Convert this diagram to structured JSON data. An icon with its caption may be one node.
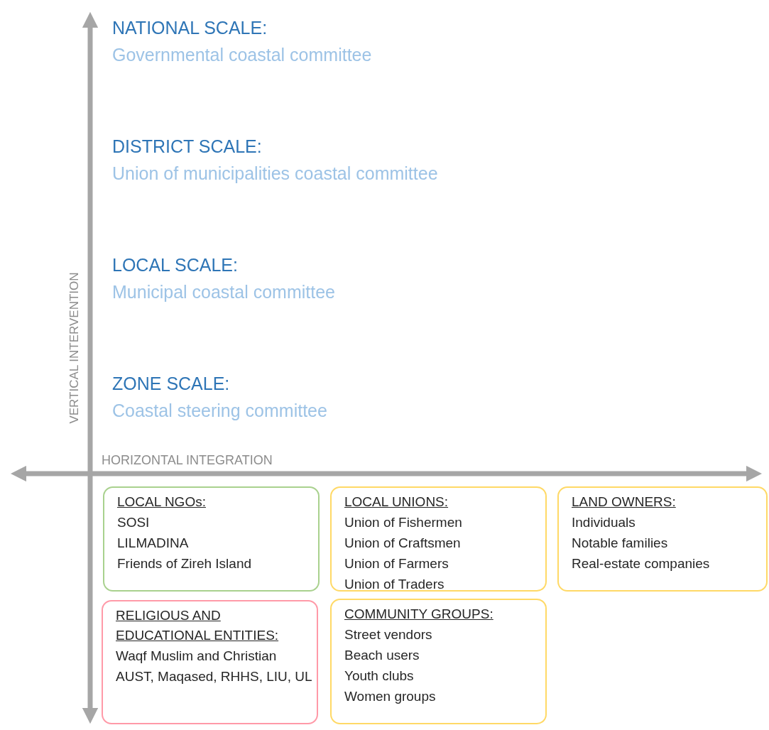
{
  "diagram": {
    "nodes": [
      {
        "text": [
          "LOCAL NGOs:",
          "SOSI",
          "LILMADINA",
          "Friends of Zireh Island"
        ]
      },
      {
        "text": [
          "LOCAL UNIONS:",
          "Union of Fishermen",
          "Union of Craftsmen",
          "Union of Farmers",
          "Union of Traders"
        ]
      },
      {
        "text": [
          "LAND OWNERS:",
          "Individuals",
          "Notable families",
          "Real-estate companies"
        ]
      },
      {
        "text": [
          "RELIGIOUS AND EDUCATIONAL ENTITIES:",
          "Waqf Muslim and Christian",
          "AUST, Maqased, RHHS, LIU, UL"
        ]
      },
      {
        "text": [
          "COMMUNITY GROUPS:",
          "Street vendors",
          "Beach users",
          "Youth clubs",
          "Women groups"
        ]
      }
    ],
    "edges": [],
    "labels": [
      "NATIONAL SCALE:",
      "Governmental coastal committee",
      "DISTRICT SCALE:",
      "Union of municipalities coastal committee",
      "LOCAL SCALE:",
      "Municipal coastal committee",
      "ZONE SCALE:",
      "Coastal steering committee",
      "VERTICAL INTERVENTION",
      "HORIZONTAL INTEGRATION"
    ]
  }
}
